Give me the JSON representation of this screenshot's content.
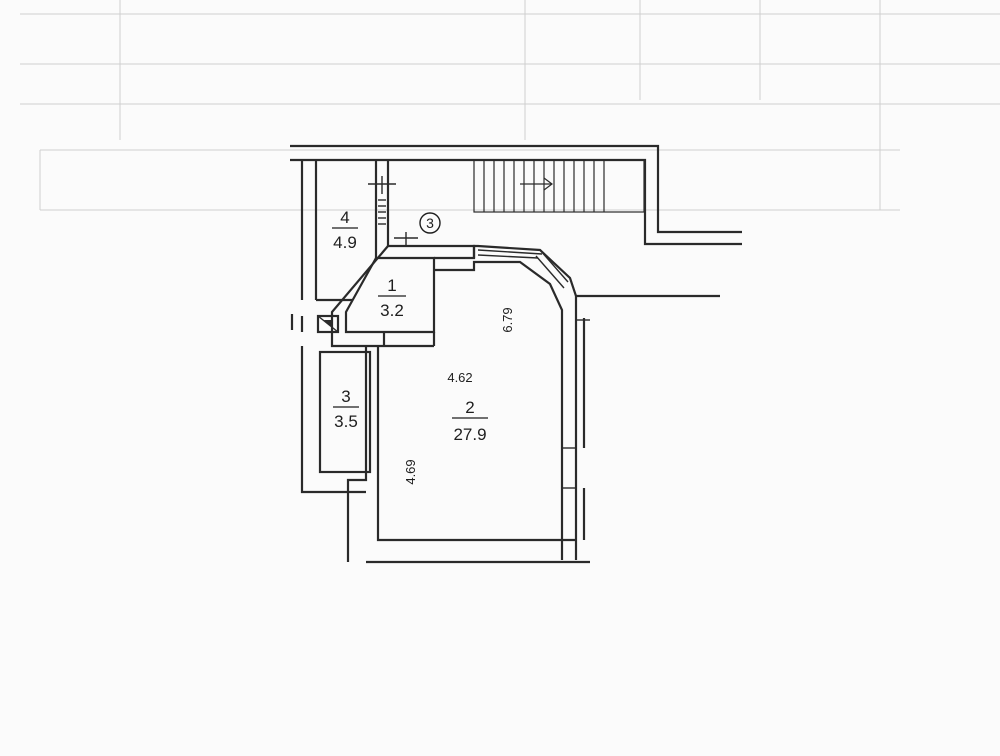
{
  "plan": {
    "rooms": [
      {
        "id": "room-1",
        "number": "1",
        "area": "3.2"
      },
      {
        "id": "room-2",
        "number": "2",
        "area": "27.9"
      },
      {
        "id": "room-3",
        "number": "3",
        "area": "3.5"
      },
      {
        "id": "room-4",
        "number": "4",
        "area": "4.9"
      }
    ],
    "dimensions": {
      "room2_top_width": "4.62",
      "room2_left_height": "4.69",
      "room2_right_height": "6.79"
    },
    "marker": "3"
  }
}
